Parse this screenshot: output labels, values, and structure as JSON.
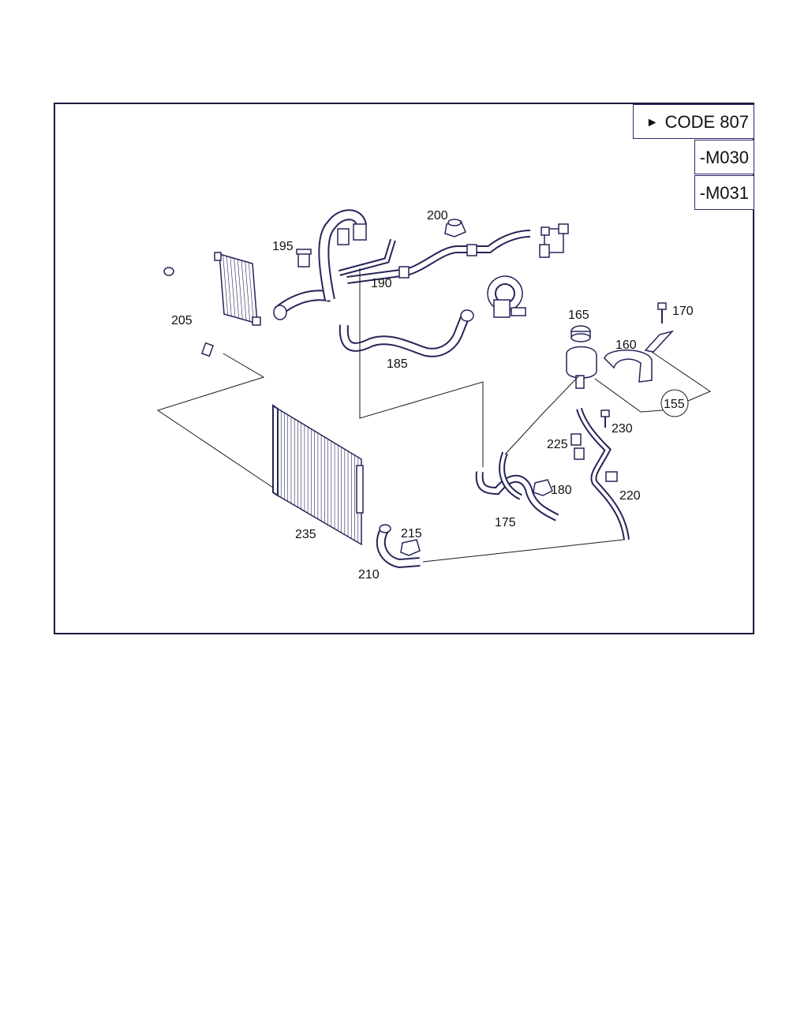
{
  "header": {
    "code": "CODE 807",
    "models": [
      "-M030",
      "-M031"
    ]
  },
  "parts": {
    "p155": "155",
    "p160": "160",
    "p165": "165",
    "p170": "170",
    "p175": "175",
    "p180": "180",
    "p185": "185",
    "p190": "190",
    "p195": "195",
    "p200": "200",
    "p205": "205",
    "p210": "210",
    "p215": "215",
    "p220": "220",
    "p225": "225",
    "p230": "230",
    "p235": "235"
  },
  "colors": {
    "line": "#25255a",
    "frame": "#1a1a40"
  }
}
